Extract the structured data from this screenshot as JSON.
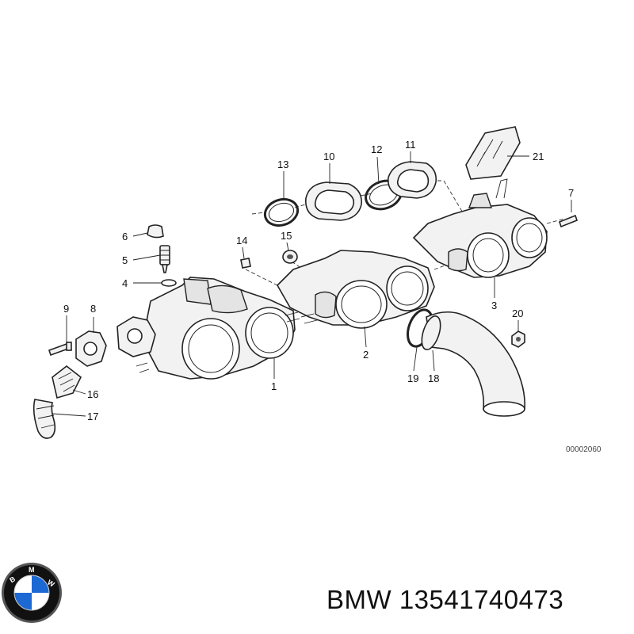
{
  "reference_code": "00002060",
  "caption": "BMW 13541740473",
  "logo": {
    "name": "bmw-roundel",
    "lettering": "BMW",
    "colors": {
      "blue": "#1c69d4",
      "white": "#ffffff",
      "ring": "#111111",
      "rim": "#555555"
    }
  },
  "callouts": [
    {
      "id": "c1",
      "label": "1"
    },
    {
      "id": "c2",
      "label": "2"
    },
    {
      "id": "c3",
      "label": "3"
    },
    {
      "id": "c4",
      "label": "4"
    },
    {
      "id": "c5",
      "label": "5"
    },
    {
      "id": "c6",
      "label": "6"
    },
    {
      "id": "c7",
      "label": "7"
    },
    {
      "id": "c8",
      "label": "8"
    },
    {
      "id": "c9",
      "label": "9"
    },
    {
      "id": "c10",
      "label": "10"
    },
    {
      "id": "c11",
      "label": "11"
    },
    {
      "id": "c12",
      "label": "12"
    },
    {
      "id": "c13",
      "label": "13"
    },
    {
      "id": "c14",
      "label": "14"
    },
    {
      "id": "c15",
      "label": "15"
    },
    {
      "id": "c16",
      "label": "16"
    },
    {
      "id": "c17",
      "label": "17"
    },
    {
      "id": "c18",
      "label": "18"
    },
    {
      "id": "c19",
      "label": "19"
    },
    {
      "id": "c20",
      "label": "20"
    },
    {
      "id": "c21",
      "label": "21"
    }
  ]
}
